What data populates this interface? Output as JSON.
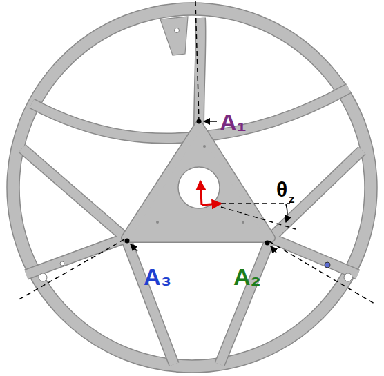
{
  "diagram": {
    "labels": [
      "A₁",
      "A₂",
      "A₃",
      "θ",
      "z"
    ]
  }
}
